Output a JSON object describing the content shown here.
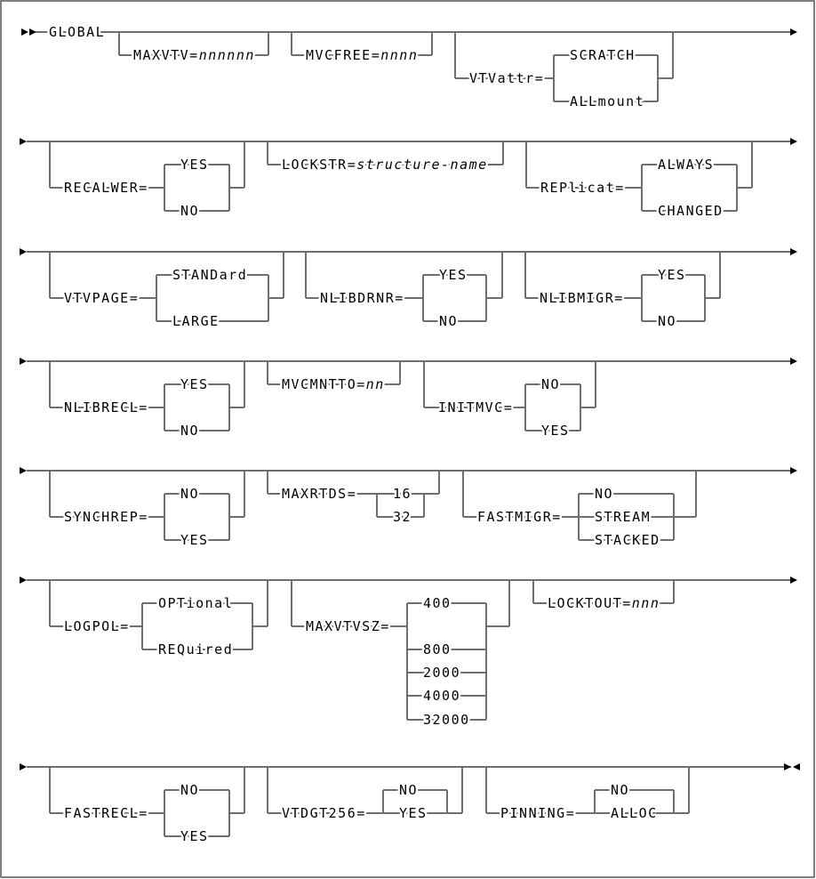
{
  "command": "GLOBAL",
  "rows": [
    {
      "params": [
        {
          "keyword": "MAXVTV=",
          "variable": "nnnnnn"
        },
        {
          "keyword": "MVCFREE=",
          "variable": "nnnn"
        },
        {
          "keyword": "VTVattr=",
          "options": [
            "SCRATCH",
            "ALLmount"
          ]
        }
      ]
    },
    {
      "params": [
        {
          "keyword": "RECALWER=",
          "options": [
            "YES",
            "NO"
          ]
        },
        {
          "keyword": "LOCKSTR=",
          "variable": "structure-name"
        },
        {
          "keyword": "REPlicat=",
          "options": [
            "ALWAYS",
            "CHANGED"
          ]
        }
      ]
    },
    {
      "params": [
        {
          "keyword": "VTVPAGE=",
          "options": [
            "STANDard",
            "LARGE"
          ]
        },
        {
          "keyword": "NLIBDRNR=",
          "options": [
            "YES",
            "NO"
          ]
        },
        {
          "keyword": "NLIBMIGR=",
          "options": [
            "YES",
            "NO"
          ]
        }
      ]
    },
    {
      "params": [
        {
          "keyword": "NLIBRECL=",
          "options": [
            "YES",
            "NO"
          ]
        },
        {
          "keyword": "MVCMNTTO=",
          "variable": "nn"
        },
        {
          "keyword": "INITMVC=",
          "options": [
            "NO",
            "YES"
          ]
        }
      ]
    },
    {
      "params": [
        {
          "keyword": "SYNCHREP=",
          "options": [
            "NO",
            "YES"
          ]
        },
        {
          "keyword": "MAXRTDS=",
          "options": [
            "16",
            "32"
          ]
        },
        {
          "keyword": "FASTMIGR=",
          "options": [
            "NO",
            "STREAM",
            "STACKED"
          ]
        }
      ]
    },
    {
      "params": [
        {
          "keyword": "LOGPOL=",
          "options": [
            "OPTional",
            "REQuired"
          ]
        },
        {
          "keyword": "MAXVTVSZ=",
          "options": [
            "400",
            "800",
            "2000",
            "4000",
            "32000"
          ]
        },
        {
          "keyword": "LOCKTOUT=",
          "variable": "nnn"
        }
      ]
    },
    {
      "params": [
        {
          "keyword": "FASTRECL=",
          "options": [
            "NO",
            "YES"
          ]
        },
        {
          "keyword": "VTDGT256=",
          "options": [
            "NO",
            "YES"
          ]
        },
        {
          "keyword": "PINNING=",
          "options": [
            "NO",
            "ALLOC"
          ]
        }
      ]
    }
  ]
}
